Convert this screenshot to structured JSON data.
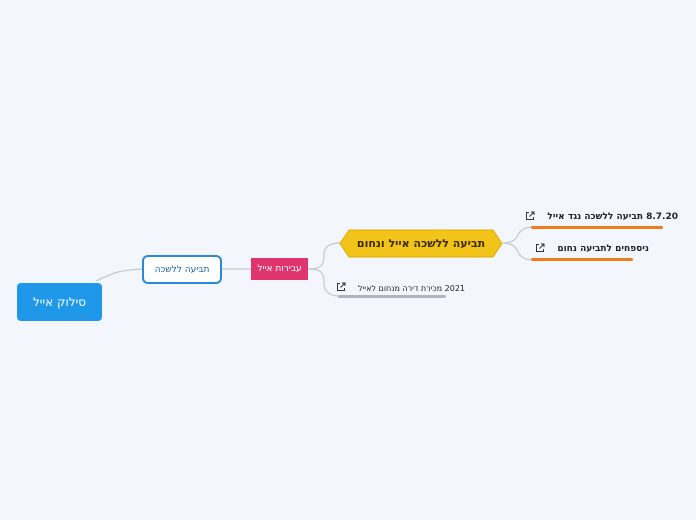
{
  "mindmap": {
    "root": {
      "label": "סילוק אייל"
    },
    "level1": {
      "label": "תביעה ללשכה"
    },
    "level2": {
      "label": "עבירות אייל"
    },
    "main_topic": {
      "label": "תביעה ללשכה  אייל ונחום"
    },
    "leaves": [
      {
        "label": "8.7.20 תביעה ללשכה נגד אייל",
        "icon": "external-link-icon",
        "underline_color": "#f07b1e"
      },
      {
        "label": "ניספחים  לתביעה נחום",
        "icon": "external-link-icon",
        "underline_color": "#f07b1e"
      },
      {
        "label": "2021 מכירת דירה מנחום לאייל",
        "icon": "external-link-icon",
        "underline_color": "#b0b4c0"
      }
    ]
  },
  "colors": {
    "background": "#f4f6fd",
    "root": "#1f98ea",
    "level1_border": "#2b87d8",
    "level2": "#e0346e",
    "main_topic": "#f2c318",
    "connector": "#c3c7d3"
  }
}
